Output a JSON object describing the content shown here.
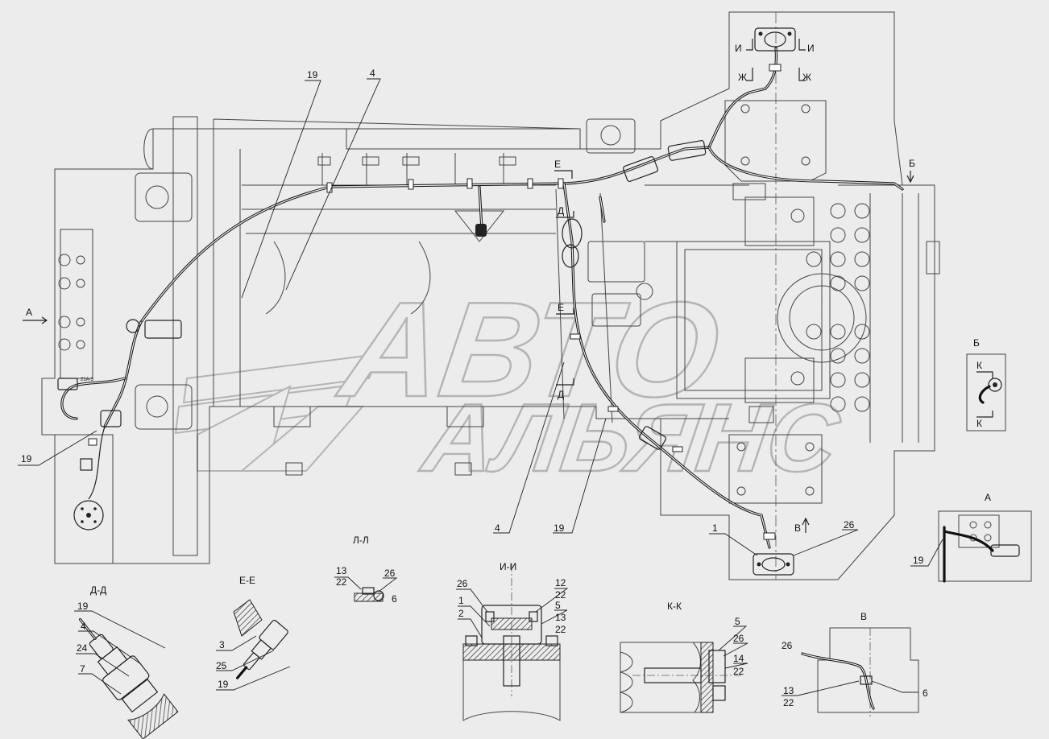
{
  "watermark": {
    "line1": "АВТО",
    "line2": "АЛЬЯНС"
  },
  "callouts": {
    "c19_top": "19",
    "c4_top": "4",
    "c19_left": "19",
    "c4_mid": "4",
    "c19_mid": "19",
    "c1_right": "1",
    "c26_right": "26",
    "c19_viewA": "19",
    "dd_19": "19",
    "dd_4": "4",
    "dd_24": "24",
    "dd_7": "7",
    "ee_3": "3",
    "ee_25": "25",
    "ee_19": "19",
    "ll_13": "13",
    "ll_22": "22",
    "ll_26": "26",
    "ll_6": "6",
    "ii_26": "26",
    "ii_1": "1",
    "ii_2": "2",
    "ii_12": "12",
    "ii_22a": "22",
    "ii_5": "5",
    "ii_13": "13",
    "ii_22b": "22",
    "kk_5": "5",
    "kk_26": "26",
    "kk_14": "14",
    "kk_22": "22",
    "v_26": "26",
    "v_13": "13",
    "v_22": "22",
    "v_6": "6"
  },
  "section_marks": {
    "i_left": "И",
    "i_right": "И",
    "zh_left": "Ж",
    "zh_right": "Ж",
    "b_arrow": "Б",
    "a_arrow": "А",
    "e_upper": "Е",
    "d_upper": "Д",
    "e_lower": "Е",
    "d_lower": "Д",
    "v_arrow": "В"
  },
  "view_titles": {
    "dd": "Д-Д",
    "ee": "Е-Е",
    "ll": "Л-Л",
    "ii": "И-И",
    "kk": "К-К",
    "v": "В",
    "b": "Б",
    "a": "А"
  },
  "view_b_marks": {
    "k_top": "К",
    "k_bottom": "К"
  },
  "plate_text": "21А-3"
}
